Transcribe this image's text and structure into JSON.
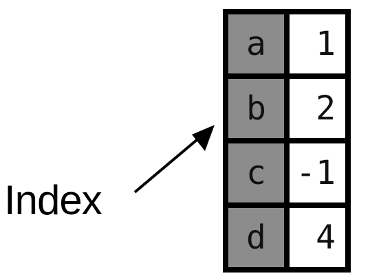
{
  "label": "Index",
  "rows": [
    {
      "index": "a",
      "value": "1"
    },
    {
      "index": "b",
      "value": "2"
    },
    {
      "index": "c",
      "value": "-1"
    },
    {
      "index": "d",
      "value": "4"
    }
  ],
  "colors": {
    "index_fill": "#8c8c8c",
    "value_fill": "#ffffff",
    "border": "#000000",
    "arrow": "#000000"
  }
}
